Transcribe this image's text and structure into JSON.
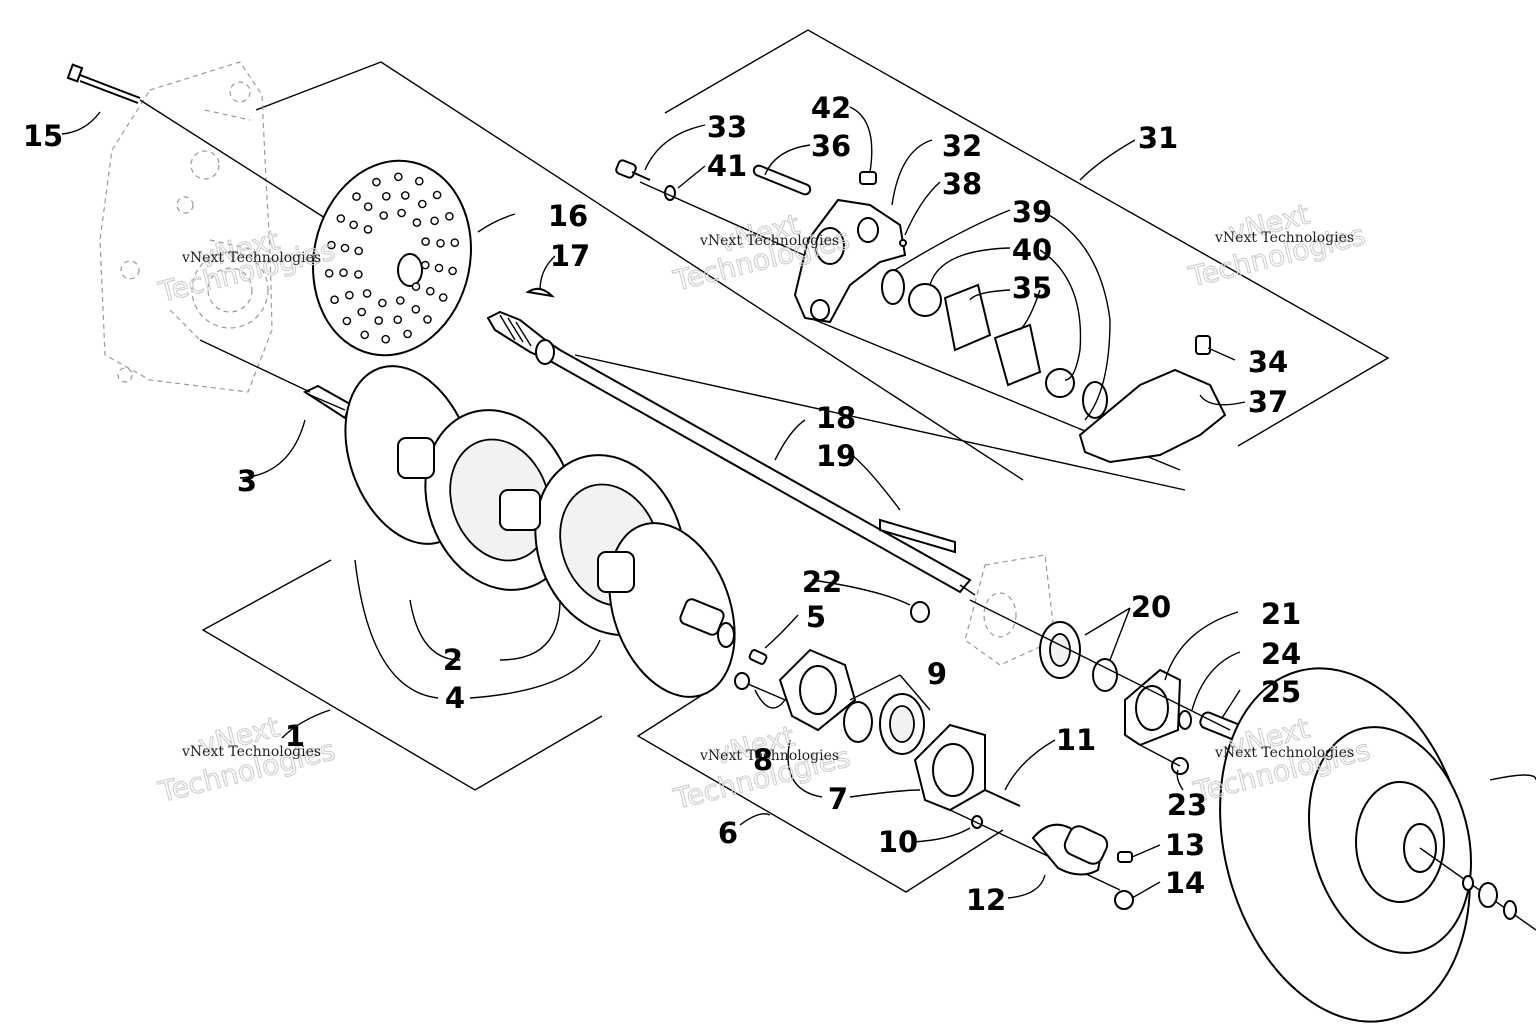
{
  "watermark": {
    "line1": "vNext Technologies",
    "line2": "vNext",
    "line3": "Technologies"
  },
  "callouts": [
    "1",
    "2",
    "3",
    "4",
    "5",
    "6",
    "7",
    "8",
    "9",
    "10",
    "11",
    "12",
    "13",
    "14",
    "15",
    "16",
    "17",
    "18",
    "19",
    "20",
    "21",
    "22",
    "23",
    "24",
    "25",
    "31",
    "32",
    "33",
    "34",
    "35",
    "36",
    "37",
    "38",
    "39",
    "40",
    "41",
    "42"
  ]
}
